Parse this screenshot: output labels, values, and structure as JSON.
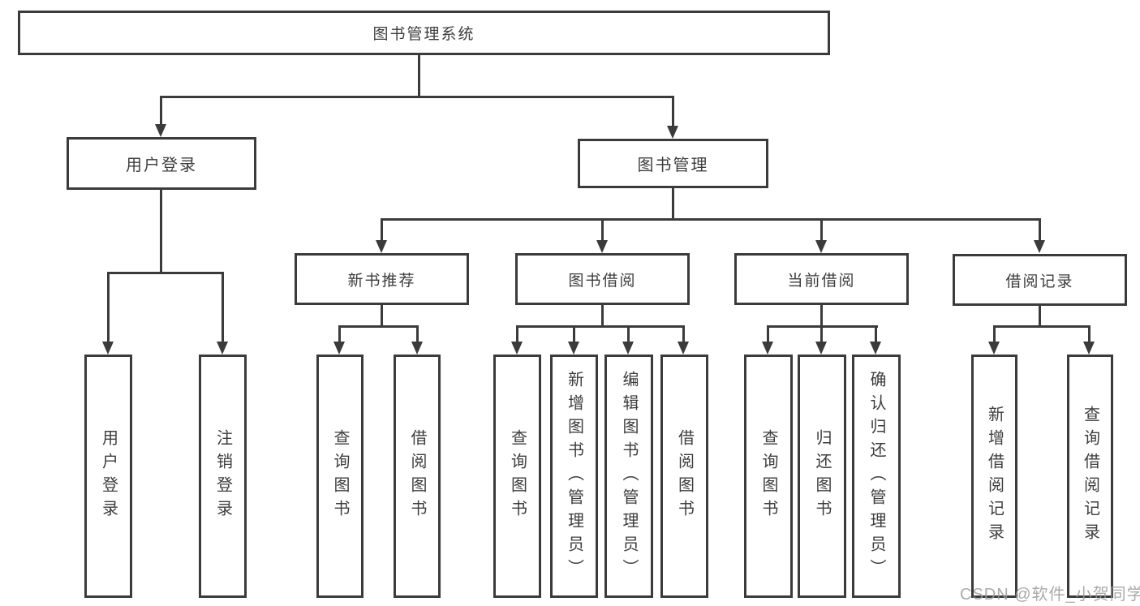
{
  "watermark": "CSDN @软件_小贺同学",
  "colors": {
    "line": "#3b3b3b",
    "text": "#3d3d3d",
    "watermark": "#9c9c9c",
    "background": "#ffffff"
  },
  "tree": {
    "root": {
      "label": "图书管理系统"
    },
    "branches": [
      {
        "label": "用户登录",
        "children": [
          {
            "label": "用户登录"
          },
          {
            "label": "注销登录"
          }
        ]
      },
      {
        "label": "图书管理",
        "children": [
          {
            "label": "新书推荐",
            "children": [
              {
                "label": "查询图书"
              },
              {
                "label": "借阅图书"
              }
            ]
          },
          {
            "label": "图书借阅",
            "children": [
              {
                "label": "查询图书"
              },
              {
                "label": "新增图书（管理员）"
              },
              {
                "label": "编辑图书（管理员）"
              },
              {
                "label": "借阅图书"
              }
            ]
          },
          {
            "label": "当前借阅",
            "children": [
              {
                "label": "查询图书"
              },
              {
                "label": "归还图书"
              },
              {
                "label": "确认归还（管理员）"
              }
            ]
          },
          {
            "label": "借阅记录",
            "children": [
              {
                "label": "新增借阅记录"
              },
              {
                "label": "查询借阅记录"
              }
            ]
          }
        ]
      }
    ]
  }
}
